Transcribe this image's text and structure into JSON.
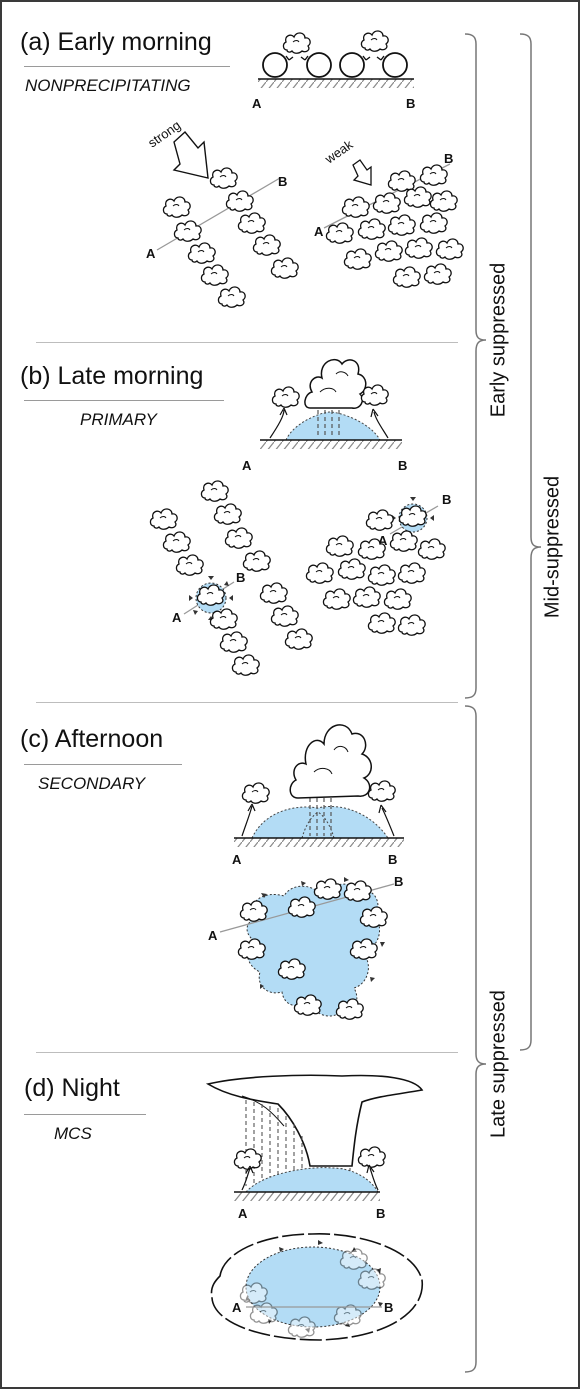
{
  "panels": {
    "a": {
      "title": "(a) Early morning",
      "subtitle": "NONPRECIPITATING"
    },
    "b": {
      "title": "(b) Late morning",
      "subtitle": "PRIMARY"
    },
    "c": {
      "title": "(c) Afternoon",
      "subtitle": "SECONDARY"
    },
    "d": {
      "title": "(d) Night",
      "subtitle": "MCS"
    }
  },
  "labels": {
    "point_a": "A",
    "point_b": "B",
    "strong": "strong",
    "weak": "weak"
  },
  "brackets": {
    "early": "Early suppressed",
    "mid": "Mid-suppressed",
    "late": "Late suppressed"
  },
  "colors": {
    "cold_pool": "#b3dcf5",
    "ink": "#111111",
    "hatch": "#8a8a8a",
    "rule": "#9a9a9a"
  },
  "icons": [
    "cumulus-cloud-icon",
    "cumulonimbus-icon",
    "anvil-cloud-icon",
    "cold-pool-icon",
    "wind-arrow-icon",
    "gust-front-icon"
  ]
}
